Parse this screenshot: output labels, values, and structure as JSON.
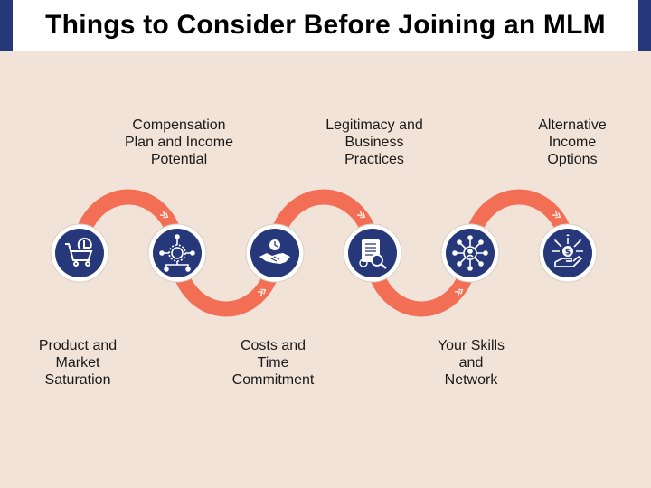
{
  "title": "Things to Consider Before Joining an MLM",
  "steps": [
    {
      "label": "Product and\nMarket\nSaturation",
      "icon": "shopping-cart-icon"
    },
    {
      "label": "Compensation\nPlan and Income\nPotential",
      "icon": "money-network-icon"
    },
    {
      "label": "Costs and\nTime\nCommitment",
      "icon": "handshake-clock-icon"
    },
    {
      "label": "Legitimacy and\nBusiness\nPractices",
      "icon": "document-inspection-icon"
    },
    {
      "label": "Your Skills\nand\nNetwork",
      "icon": "people-network-icon"
    },
    {
      "label": "Alternative\nIncome\nOptions",
      "icon": "hand-money-options-icon"
    }
  ],
  "colors": {
    "background": "#f2e3d8",
    "accent": "#26377a",
    "wave": "#f26f55",
    "node": "#26377a",
    "node_ring": "#ffffff"
  }
}
